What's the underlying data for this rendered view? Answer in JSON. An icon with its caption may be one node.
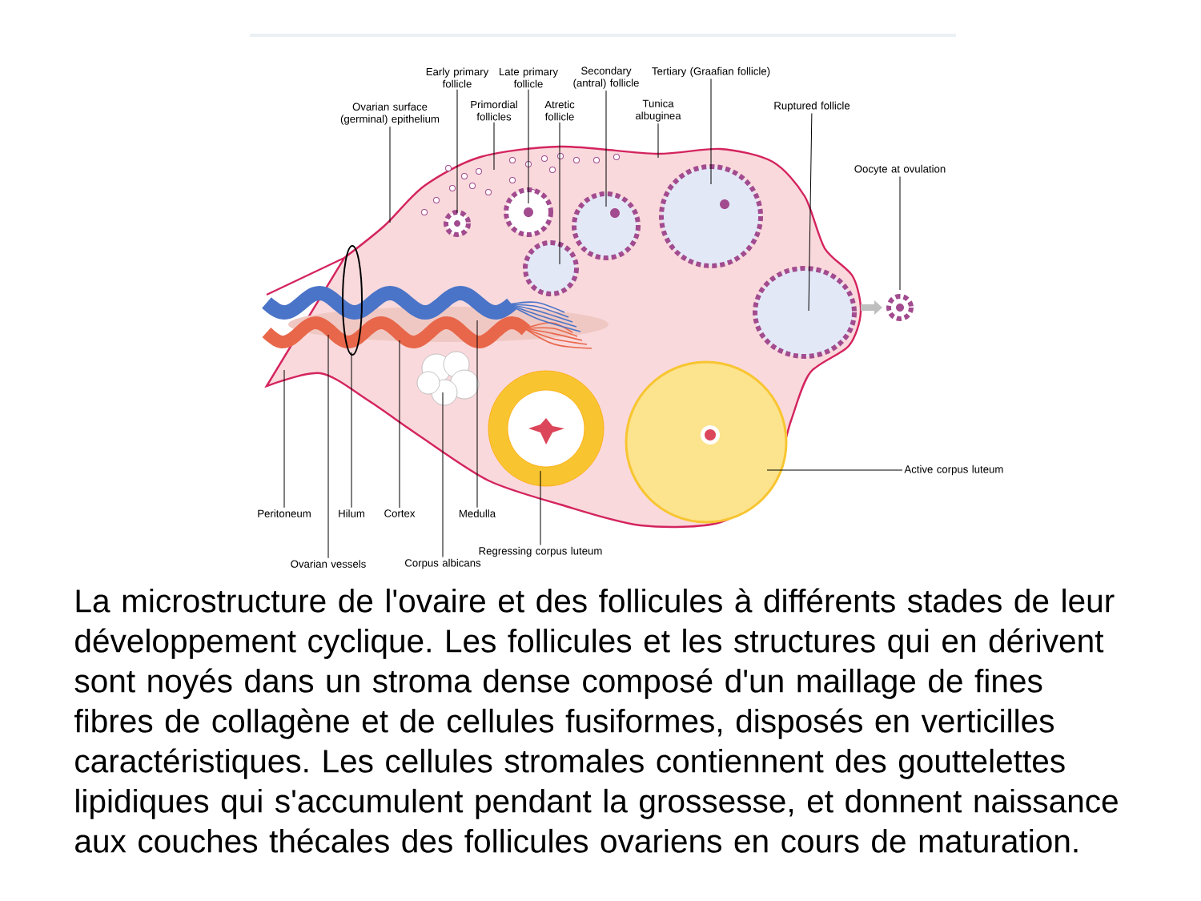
{
  "diagram": {
    "caption": "La microstructure de l'ovaire et des follicules à différents stades de leur développement cyclique. Les follicules et les structures qui en dérivent sont noyés dans un stroma dense composé d'un maillage de fines fibres de collagène et de cellules fusiformes, disposés en verticilles caractéristiques. Les cellules stromales contiennent des gouttelettes lipidiques qui s'accumulent pendant la grossesse, et donnent naissance aux couches thécales des follicules ovariens en cours de maturation.",
    "nodes": [
      {
        "text": [
          "Early primary follicle"
        ]
      },
      {
        "text": [
          "Late primary follicle"
        ]
      },
      {
        "text": [
          "Secondary (antral) follicle"
        ]
      },
      {
        "text": [
          "Tertiary (Graafian follicle)"
        ]
      },
      {
        "text": [
          "Ovarian surface (germinal) epithelium"
        ]
      },
      {
        "text": [
          "Primordial follicles"
        ]
      },
      {
        "text": [
          "Atretic follicle"
        ]
      },
      {
        "text": [
          "Tunica albuginea"
        ]
      },
      {
        "text": [
          "Ruptured follicle"
        ]
      },
      {
        "text": [
          "Oocyte at ovulation"
        ]
      },
      {
        "text": [
          "Active corpus luteum"
        ]
      },
      {
        "text": [
          "Peritoneum"
        ]
      },
      {
        "text": [
          "Hilum"
        ]
      },
      {
        "text": [
          "Cortex"
        ]
      },
      {
        "text": [
          "Medulla"
        ]
      },
      {
        "text": [
          "Ovarian vessels"
        ]
      },
      {
        "text": [
          "Corpus albicans"
        ]
      },
      {
        "text": [
          "Regressing corpus luteum"
        ]
      }
    ],
    "edges": [
      {
        "from": 0,
        "to": null,
        "arrow": "none"
      },
      {
        "from": 1,
        "to": null,
        "arrow": "none"
      },
      {
        "from": 2,
        "to": null,
        "arrow": "none"
      },
      {
        "from": 3,
        "to": null,
        "arrow": "none"
      },
      {
        "from": 4,
        "to": null,
        "arrow": "none"
      },
      {
        "from": 5,
        "to": null,
        "arrow": "none"
      },
      {
        "from": 6,
        "to": null,
        "arrow": "none"
      },
      {
        "from": 7,
        "to": null,
        "arrow": "none"
      },
      {
        "from": 8,
        "to": null,
        "arrow": "none"
      },
      {
        "from": 9,
        "to": null,
        "arrow": "none"
      },
      {
        "from": 10,
        "to": null,
        "arrow": "none"
      },
      {
        "from": 11,
        "to": null,
        "arrow": "none"
      },
      {
        "from": 12,
        "to": null,
        "arrow": "none"
      },
      {
        "from": 13,
        "to": null,
        "arrow": "none"
      },
      {
        "from": 14,
        "to": null,
        "arrow": "none"
      },
      {
        "from": 15,
        "to": null,
        "arrow": "none"
      },
      {
        "from": 16,
        "to": null,
        "arrow": "none"
      },
      {
        "from": 17,
        "to": null,
        "arrow": "none"
      }
    ]
  }
}
